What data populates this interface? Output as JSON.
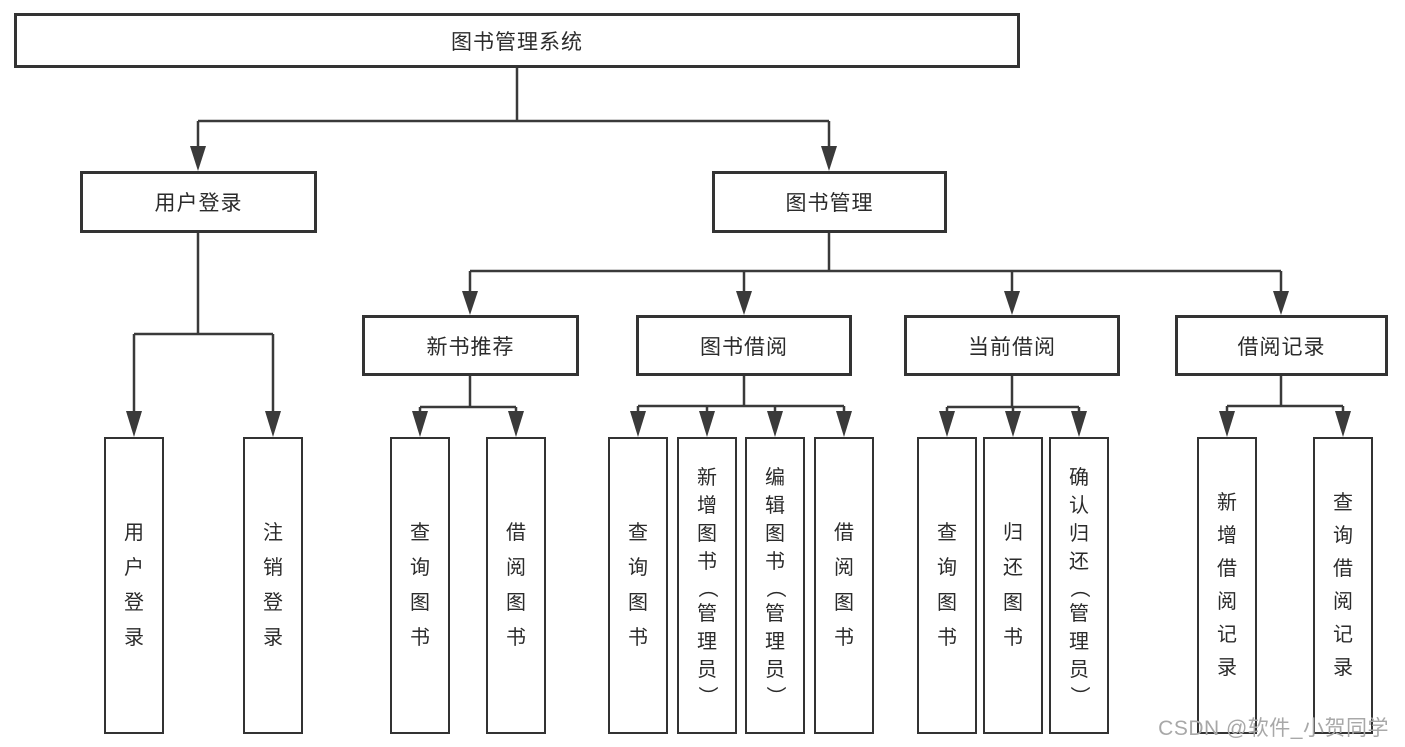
{
  "diagram": {
    "title": "图书管理系统",
    "level2": {
      "user_login": "用户登录",
      "book_management": "图书管理"
    },
    "level3": {
      "new_book": "新书推荐",
      "book_borrow": "图书借阅",
      "current_borrow": "当前借阅",
      "borrow_record": "借阅记录"
    },
    "leaves": {
      "user_login": "用户登录",
      "logout": "注销登录",
      "rec_query": "查询图书",
      "rec_borrow": "借阅图书",
      "bb_query": "查询图书",
      "bb_add": "新增图书（管理员）",
      "bb_edit": "编辑图书（管理员）",
      "bb_borrow": "借阅图书",
      "cb_query": "查询图书",
      "cb_return": "归还图书",
      "cb_confirm": "确认归还（管理员）",
      "br_add": "新增借阅记录",
      "br_query": "查询借阅记录"
    }
  },
  "watermark": "CSDN @软件_小贺同学",
  "colors": {
    "line": "#3a3a3a",
    "border": "#333333",
    "text": "#2b2b2b",
    "watermark": "#a8a8a8"
  }
}
